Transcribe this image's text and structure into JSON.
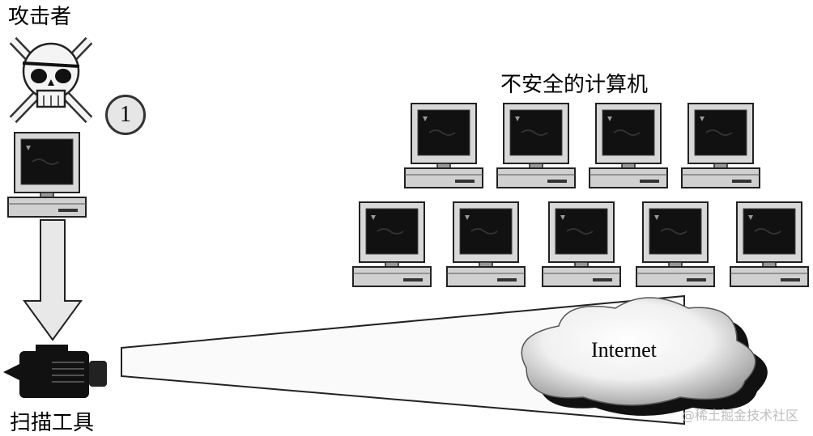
{
  "attacker": {
    "label": "攻击者"
  },
  "step": {
    "number": "1"
  },
  "insecure_group": {
    "label": "不安全的计算机"
  },
  "internet": {
    "label": "Internet"
  },
  "scanner": {
    "label": "扫描工具"
  },
  "watermark": {
    "text": "@稀土掘金技术社区"
  },
  "icons": [
    "skull-crossbones-icon",
    "computer-icon",
    "arrow-down-icon",
    "camera-icon",
    "cloud-icon"
  ]
}
